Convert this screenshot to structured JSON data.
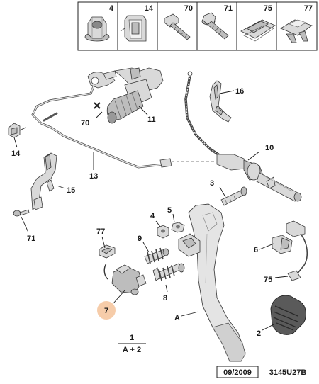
{
  "header": {
    "cells": [
      {
        "label": "4",
        "icon": "flange-nut-icon"
      },
      {
        "label": "14",
        "icon": "clip-icon"
      },
      {
        "label": "70",
        "icon": "screw-icon"
      },
      {
        "label": "71",
        "icon": "flange-bolt-icon"
      },
      {
        "label": "75",
        "icon": "cable-tie-mount-icon"
      },
      {
        "label": "77",
        "icon": "clip-mount-icon"
      }
    ]
  },
  "callouts": {
    "c1": "1",
    "c2": "2",
    "c3": "3",
    "c4": "4",
    "c5": "5",
    "c6": "6",
    "c7": "7",
    "c8": "8",
    "c9": "9",
    "c10": "10",
    "c11": "11",
    "c13": "13",
    "c14": "14",
    "c15": "15",
    "c16": "16",
    "c70": "70",
    "c71": "71",
    "c75": "75",
    "c77": "77",
    "cA": "A"
  },
  "legend": {
    "number": "1",
    "formula": "A + 2"
  },
  "footer": {
    "date": "09/2009",
    "code": "3145U27B"
  },
  "colors": {
    "highlight": "#f5c7a0",
    "line": "#1a1a1a"
  }
}
